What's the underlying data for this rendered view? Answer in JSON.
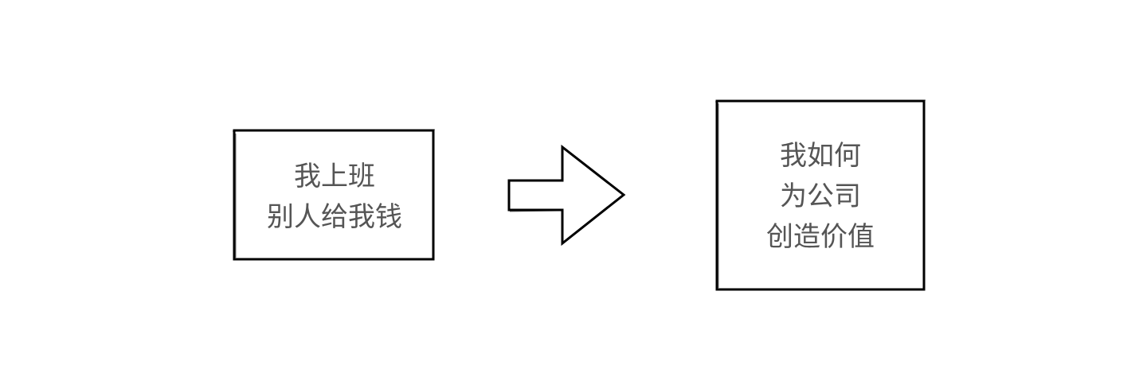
{
  "diagram": {
    "left_box": {
      "lines": [
        "我上班",
        "别人给我钱"
      ]
    },
    "right_box": {
      "lines": [
        "我如何",
        "为公司",
        "创造价值"
      ]
    },
    "arrow": {
      "direction": "right"
    },
    "colors": {
      "stroke": "#000000",
      "text": "#555555",
      "background": "#ffffff"
    }
  }
}
